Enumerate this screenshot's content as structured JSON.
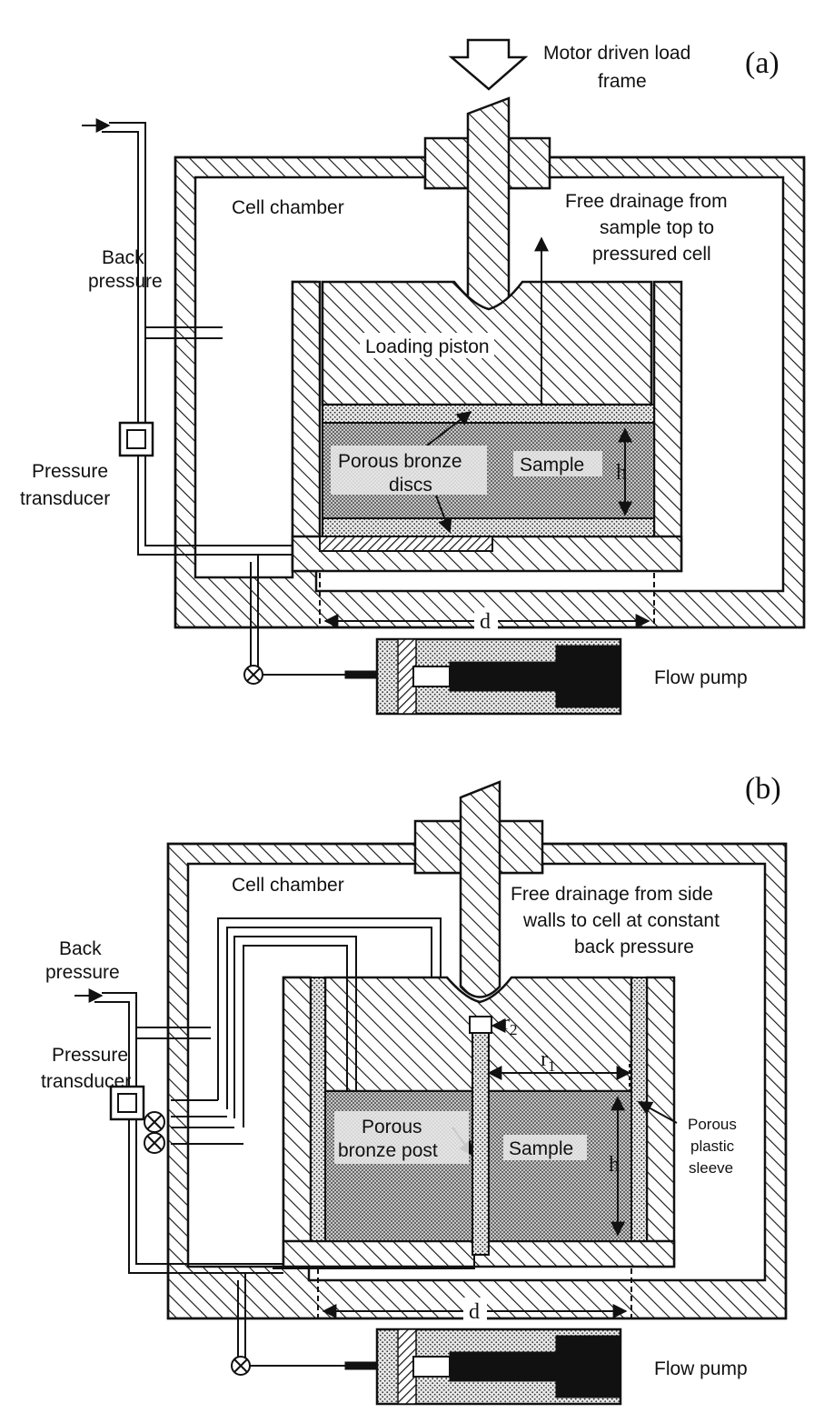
{
  "panels": [
    {
      "id": "a",
      "panel_label": "(a)",
      "load_label_line1": "Motor driven load",
      "load_label_line2": "frame",
      "chamber_label": "Cell chamber",
      "drainage_line1": "Free drainage from",
      "drainage_line2": "sample top to",
      "drainage_line3": "pressured cell",
      "back_line1": "Back",
      "back_line2": "pressure",
      "transducer_line1": "Pressure",
      "transducer_line2": "transducer",
      "piston_label": "Loading piston",
      "porous_line1": "Porous bronze",
      "porous_line2": "discs",
      "sample_label": "Sample",
      "height_symbol": "h",
      "diameter_symbol": "d",
      "pump_label": "Flow pump"
    },
    {
      "id": "b",
      "panel_label": "(b)",
      "chamber_label": "Cell chamber",
      "drainage_line1": "Free drainage from side",
      "drainage_line2": "walls to cell at constant",
      "drainage_line3": "back pressure",
      "back_line1": "Back",
      "back_line2": "pressure",
      "transducer_line1": "Pressure",
      "transducer_line2": "transducer",
      "post_line1": "Porous",
      "post_line2": "bronze post",
      "sample_label": "Sample",
      "sleeve_line1": "Porous",
      "sleeve_line2": "plastic",
      "sleeve_line3": "sleeve",
      "r2_symbol": "r",
      "r2_sub": "2",
      "r1_symbol": "r",
      "r1_sub": "1",
      "height_symbol": "h",
      "diameter_symbol": "d",
      "pump_label": "Flow pump"
    }
  ]
}
